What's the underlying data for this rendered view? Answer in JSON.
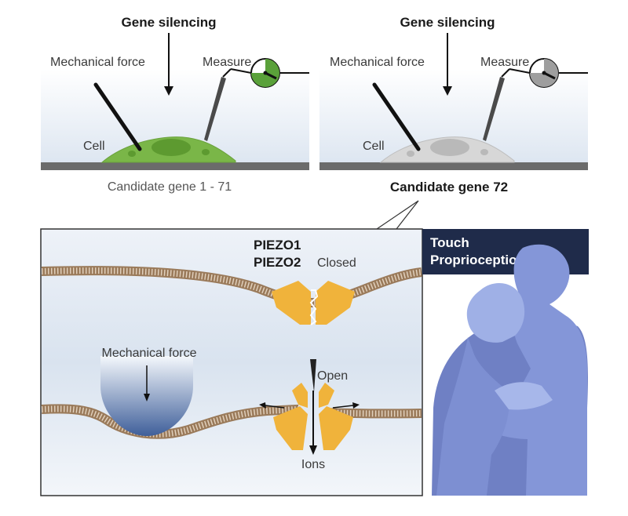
{
  "top_panels": [
    {
      "heading": "Gene silencing",
      "force_label": "Mechanical force",
      "measure_label": "Measure",
      "cell_label": "Cell",
      "caption": "Candidate gene 1 - 71",
      "cell_color": "#7ab648",
      "gauge_color": "#5aa13a"
    },
    {
      "heading": "Gene silencing",
      "force_label": "Mechanical force",
      "measure_label": "Measure",
      "cell_label": "Cell",
      "caption": "Candidate gene 72",
      "cell_color": "#d7d7d7",
      "gauge_color": "#9e9e9e"
    }
  ],
  "detail": {
    "channel_names": [
      "PIEZO1",
      "PIEZO2"
    ],
    "closed_label": "Closed",
    "open_label": "Open",
    "ions_label": "Ions",
    "force_label": "Mechanical force",
    "channel_color": "#f0b33b",
    "membrane_color": "#b99a7a"
  },
  "sense_box": {
    "lines": [
      "Touch",
      "Proprioception"
    ],
    "box_color": "#1f2b4a",
    "figure_color": "#7a8fd0"
  }
}
